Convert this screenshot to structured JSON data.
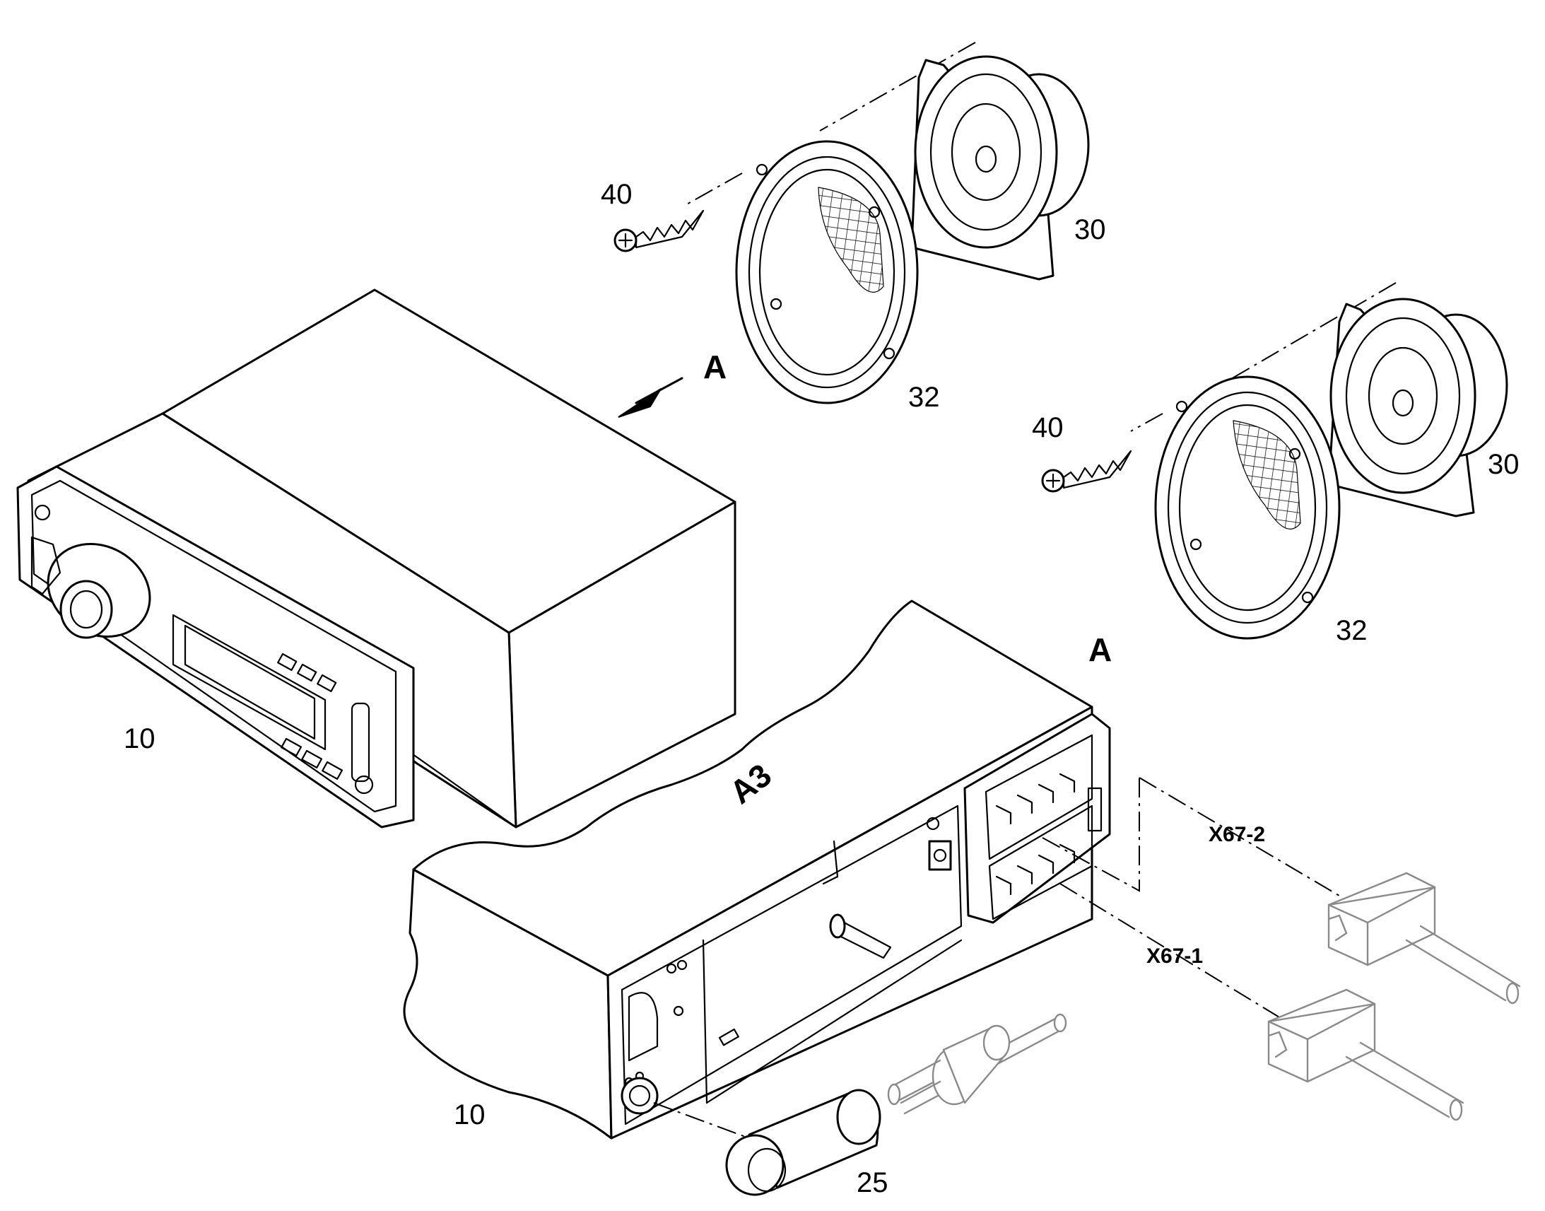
{
  "callouts": {
    "screw_top": "40",
    "speaker_top": "30",
    "grille_top": "32",
    "screw_bottom": "40",
    "speaker_bottom": "30",
    "grille_bottom": "32",
    "radio_front": "10",
    "radio_rear": "10",
    "antenna_plug": "25"
  },
  "view": {
    "arrow_label": "A",
    "detail_label": "A"
  },
  "unit_label": "A3",
  "connectors": {
    "upper": "X67-2",
    "lower": "X67-1"
  }
}
